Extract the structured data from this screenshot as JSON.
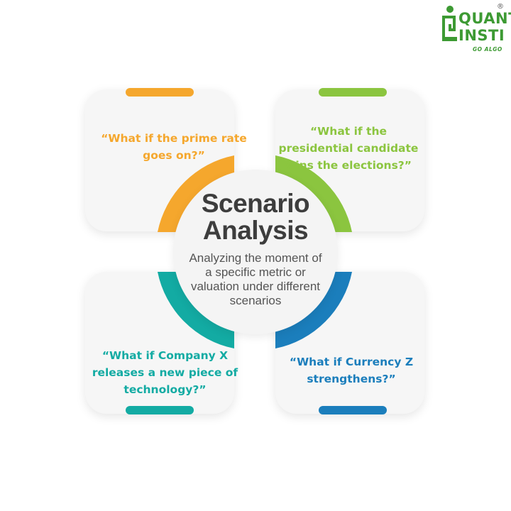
{
  "logo": {
    "line1": "QUANT",
    "line2": "INSTI",
    "tagline": "GO ALGO",
    "registered": "®",
    "color": "#3d9a33"
  },
  "center": {
    "title": "Scenario Analysis",
    "description": "Analyzing the moment of a specific metric or valuation under different scenarios"
  },
  "scenarios": [
    {
      "text": "“What if the prime rate goes on?”",
      "color": "#f5a72d"
    },
    {
      "text": "“What if the presidential candidate wins the elections?”",
      "color": "#8bc53f"
    },
    {
      "text": "“What if Company X releases a new piece of technology?”",
      "color": "#13aba3"
    },
    {
      "text": "“What if Currency Z strengthens?”",
      "color": "#1b7ebc"
    }
  ]
}
